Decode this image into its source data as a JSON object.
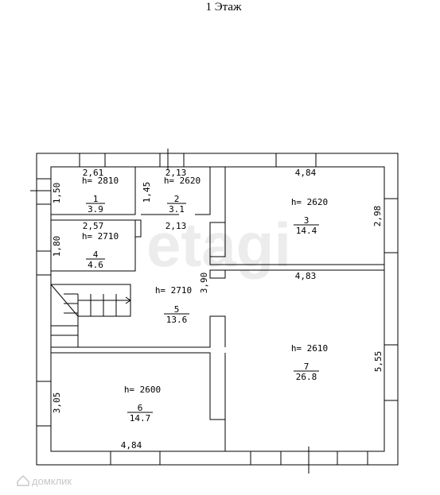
{
  "title": "1 Этаж",
  "watermark": "etagi",
  "logo_text": "домклик",
  "rooms": [
    {
      "id": "1",
      "height": "h= 2810",
      "number": "1",
      "area": "3.9"
    },
    {
      "id": "2",
      "height": "h= 2620",
      "number": "2",
      "area": "3.1"
    },
    {
      "id": "3",
      "height": "h= 2620",
      "number": "3",
      "area": "14.4"
    },
    {
      "id": "4",
      "height": "h= 2710",
      "number": "4",
      "area": "4.6"
    },
    {
      "id": "5",
      "height": "h= 2710",
      "number": "5",
      "area": "13.6"
    },
    {
      "id": "6",
      "height": "h= 2600",
      "number": "6",
      "area": "14.7"
    },
    {
      "id": "7",
      "height": "h= 2610",
      "number": "7",
      "area": "26.8"
    }
  ],
  "dimensions": {
    "r1_width": "2,61",
    "r1_height": "1,50",
    "r2_width": "2,13",
    "r2_height": "1,45",
    "r2_bottom": "2,13",
    "r3_top": "4,84",
    "r3_right": "2,98",
    "r3_bottom": "4,83",
    "r4_width": "2,57",
    "r4_height": "1,80",
    "hall_vertical": "3,90",
    "r6_left": "3,05",
    "r6_bottom": "4,84",
    "r7_right": "5,55"
  }
}
